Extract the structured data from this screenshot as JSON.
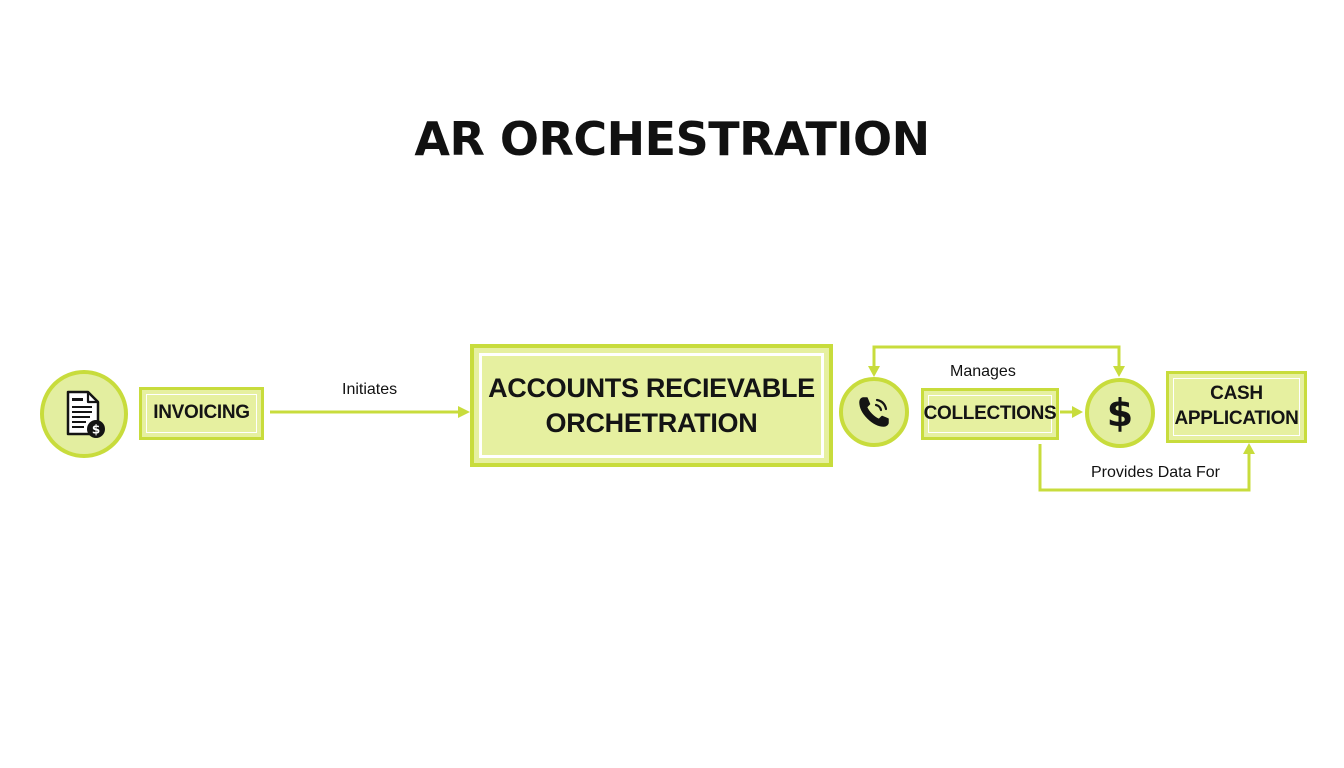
{
  "title": "AR ORCHESTRATION",
  "colors": {
    "accent": "#c8dc3c",
    "fill": "#e6f0a0",
    "fill_light": "#eef5bc",
    "text": "#111111"
  },
  "nodes": {
    "invoicing": {
      "label": "INVOICING",
      "icon": "invoice-document-icon"
    },
    "ar_orchestration": {
      "line1": "ACCOUNTS RECIEVABLE",
      "line2": "ORCHETRATION"
    },
    "phone": {
      "icon": "phone-icon"
    },
    "collections": {
      "label": "COLLECTIONS"
    },
    "dollar": {
      "icon": "dollar-sign-icon",
      "glyph": "$"
    },
    "cash_application": {
      "line1": "CASH",
      "line2": "APPLICATION"
    }
  },
  "edges": {
    "initiates": "Initiates",
    "manages": "Manages",
    "provides_data_for": "Provides Data For"
  }
}
